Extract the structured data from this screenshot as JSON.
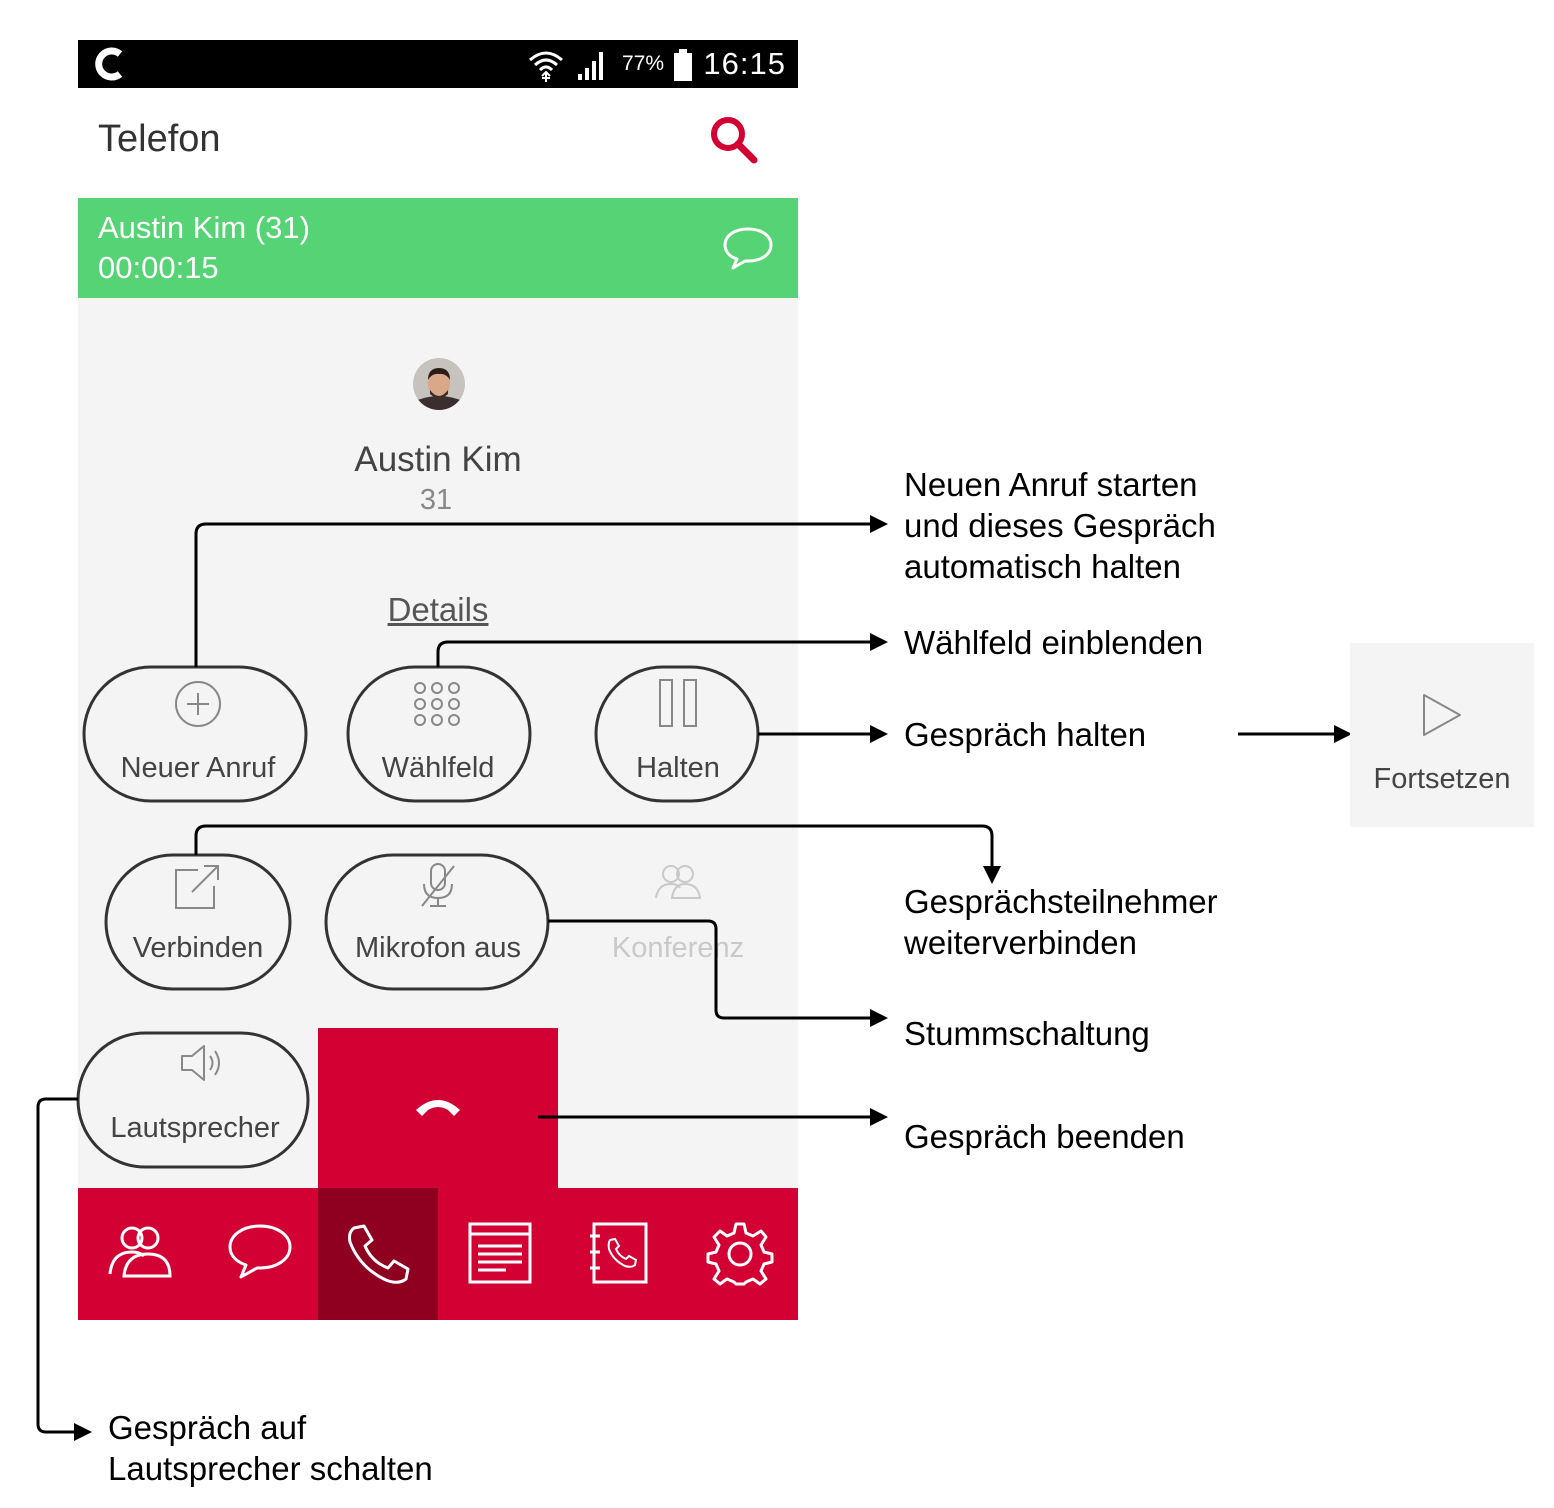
{
  "status_bar": {
    "battery_percent": "77%",
    "time": "16:15",
    "icons": [
      "app-logo-icon",
      "wifi-icon",
      "signal-icon",
      "battery-icon"
    ]
  },
  "app_bar": {
    "title": "Telefon",
    "search_icon": "search-icon"
  },
  "active_call": {
    "header": "Austin Kim (31)",
    "duration": "00:00:15",
    "chat_icon": "chat-bubble-icon"
  },
  "caller": {
    "name": "Austin Kim",
    "number": "31",
    "details_link": "Details"
  },
  "controls": {
    "new_call": "Neuer Anruf",
    "dialpad": "Wählfeld",
    "hold": "Halten",
    "transfer": "Verbinden",
    "mute": "Mikrofon aus",
    "conference": "Konferenz",
    "speaker": "Lautsprecher"
  },
  "nav_tabs": [
    {
      "icon": "contacts-icon"
    },
    {
      "icon": "chat-icon"
    },
    {
      "icon": "phone-icon",
      "active": true
    },
    {
      "icon": "journal-icon"
    },
    {
      "icon": "phonebook-icon"
    },
    {
      "icon": "settings-icon"
    }
  ],
  "annotations": {
    "new_call": [
      "Neuen Anruf starten",
      "und dieses Gespräch",
      "automatisch halten"
    ],
    "dialpad": "Wählfeld einblenden",
    "hold": "Gespräch halten",
    "resume": "Fortsetzen",
    "transfer": [
      "Gesprächsteilnehmer",
      "weiterverbinden"
    ],
    "mute": "Stummschaltung",
    "hangup": "Gespräch beenden",
    "speaker": [
      "Gespräch auf",
      "Lautsprecher schalten"
    ]
  },
  "colors": {
    "brand_red": "#d30034",
    "active_tab": "#8f0020",
    "call_green": "#55d375",
    "screen_bg": "#f4f4f4"
  }
}
